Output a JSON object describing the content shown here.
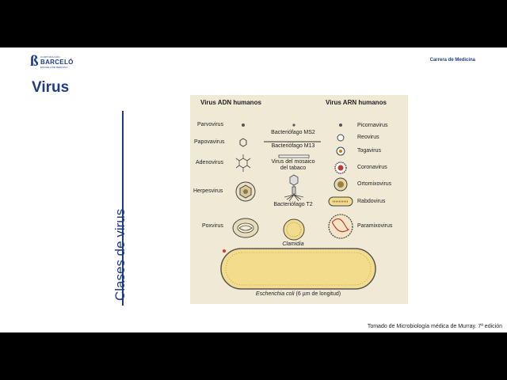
{
  "brand": {
    "logo_line1": "CORPORACIÓN",
    "logo_name": "BARCELÓ",
    "logo_line3": "ESCUELA DE MEDICINA",
    "program": "Carrera de Medicina"
  },
  "slide": {
    "title": "Virus",
    "vertical_label": "Clases de virus",
    "credit": "Tomado de Microbiología médica de Murray. 7ª edición"
  },
  "figure": {
    "dna_header": "Virus ADN humanos",
    "rna_header": "Virus ARN humanos",
    "dna_viruses": [
      "Parvovirus",
      "Papovavirus",
      "Adenovirus",
      "Herpesvirus",
      "Poxvirus"
    ],
    "middle": {
      "ms2": "Bacteriófago MS2",
      "m13": "Bacteriófago M13",
      "tmv_line1": "Virus del mosaico",
      "tmv_line2": "del tabaco",
      "t2": "Bacteriófago T2",
      "chlamydia": "Clamidia"
    },
    "rna_viruses": [
      "Picornavirus",
      "Reovirus",
      "Togavirus",
      "Coronavirus",
      "Ortomixovirus",
      "Rabdovirus",
      "Paramixovirus"
    ],
    "ecoli_italic": "Escherichia coli",
    "ecoli_rest": " (6 µm de longitud)"
  },
  "colors": {
    "brand_blue": "#1f3b82",
    "figure_bg": "#efe9d6",
    "bacterium_fill": "#f3dc8c"
  },
  "icons": [
    "logo-mark-icon"
  ]
}
